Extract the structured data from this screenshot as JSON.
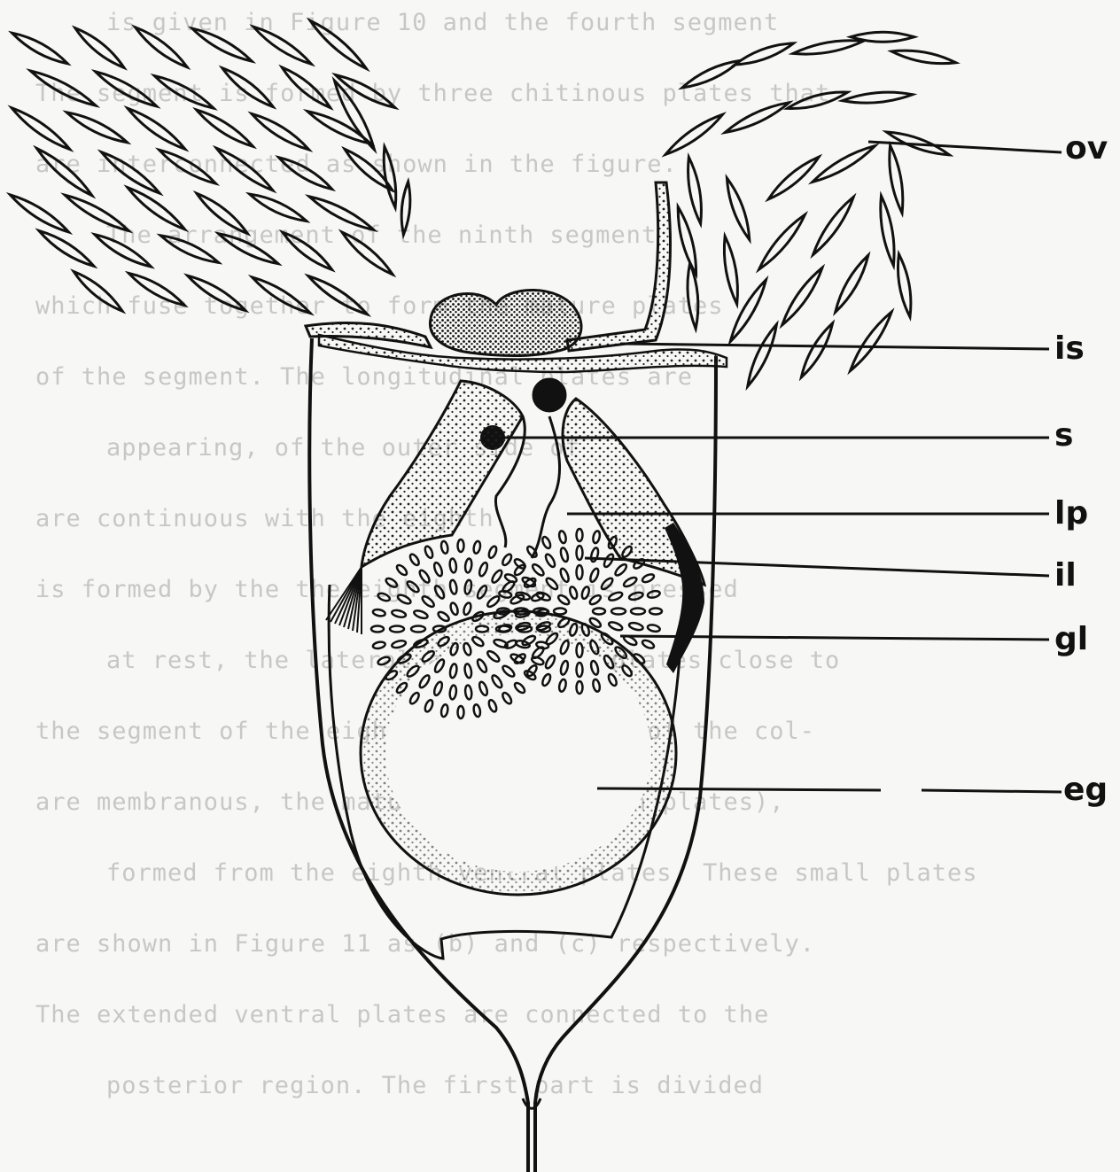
{
  "figure": {
    "labels": {
      "ov": "ov",
      "is": "is",
      "s": "s",
      "lp": "lp",
      "il": "il",
      "gl": "gl",
      "eg": "eg"
    }
  },
  "bleed_through_text": [
    "is given in Figure 10 and the fourth segment",
    "The segment is formed by three chitinous plates that",
    "are interconnected as shown in the figure.",
    "The arrangement of the ninth segment",
    "which fuse together to form the mature plates",
    "of the segment. The longitudinal plates are",
    "appearing, of the outer side of",
    "are continuous with the eighth",
    "is formed by the the eighth segment is pressed",
    "at rest, the lateral arms of the plates close to",
    "the segment of the eighth and the walls of the col-",
    "are membranous, the mature plates (shown plates),",
    "formed from the eighth ventral plates. These small plates",
    "are shown in Figure 11 as (b) and (c) respectively.",
    "The extended ventral plates are connected to the",
    "posterior region. The first part is divided"
  ]
}
